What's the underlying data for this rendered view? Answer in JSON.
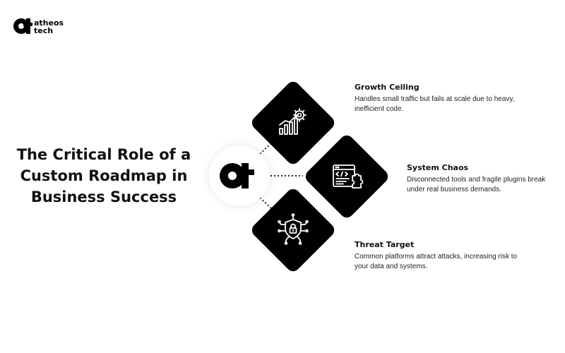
{
  "brand": {
    "line1": "atheos",
    "line2": "tech"
  },
  "headline": [
    "The Critical Role of a",
    "Custom Roadmap in",
    "Business Success"
  ],
  "items": [
    {
      "title": "Growth Ceiling",
      "description": "Handles small traffic but fails at scale due to heavy, inefficient code.",
      "icon": "growth-chart-gear-icon"
    },
    {
      "title": "System Chaos",
      "description": "Disconnected tools and fragile plugins break under real business demands.",
      "icon": "code-window-puzzle-icon"
    },
    {
      "title": "Threat Target",
      "description": "Common platforms attract attacks, increasing risk to your data and systems.",
      "icon": "shield-lock-circuit-icon"
    }
  ],
  "colors": {
    "diamond": "#000000",
    "text": "#111111",
    "background": "#ffffff"
  }
}
